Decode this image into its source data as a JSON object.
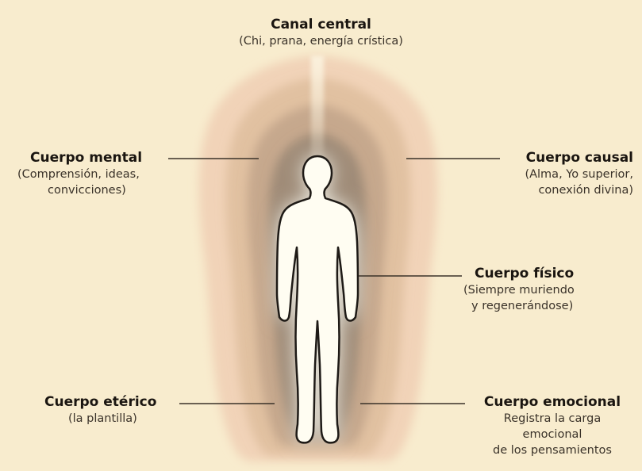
{
  "labels": {
    "canal_central": {
      "title": "Canal central",
      "desc": [
        "(Chi, prana, energía crística)"
      ]
    },
    "cuerpo_mental": {
      "title": "Cuerpo mental",
      "desc": [
        "(Comprensión, ideas,",
        "convicciones)"
      ]
    },
    "cuerpo_causal": {
      "title": "Cuerpo causal",
      "desc": [
        "(Alma, Yo superior,",
        "conexión divina)"
      ]
    },
    "cuerpo_fisico": {
      "title": "Cuerpo físico",
      "desc": [
        "(Siempre muriendo",
        "y regenerándose)"
      ]
    },
    "cuerpo_eterico": {
      "title": "Cuerpo etérico",
      "desc": [
        "(la plantilla)"
      ]
    },
    "cuerpo_emocional": {
      "title": "Cuerpo emocional",
      "desc": [
        "Registra la carga",
        "emocional",
        "de los pensamientos"
      ]
    }
  },
  "colors": {
    "background": "#f8ecce",
    "outer_aura": "#f1d3b8",
    "second_aura": "#e2c2a2",
    "third_aura": "#c7a98e",
    "inner_aura": "#a4917d",
    "glow": "#5a5046",
    "body": "#fffdf2",
    "leader_line": "#3a3229"
  }
}
